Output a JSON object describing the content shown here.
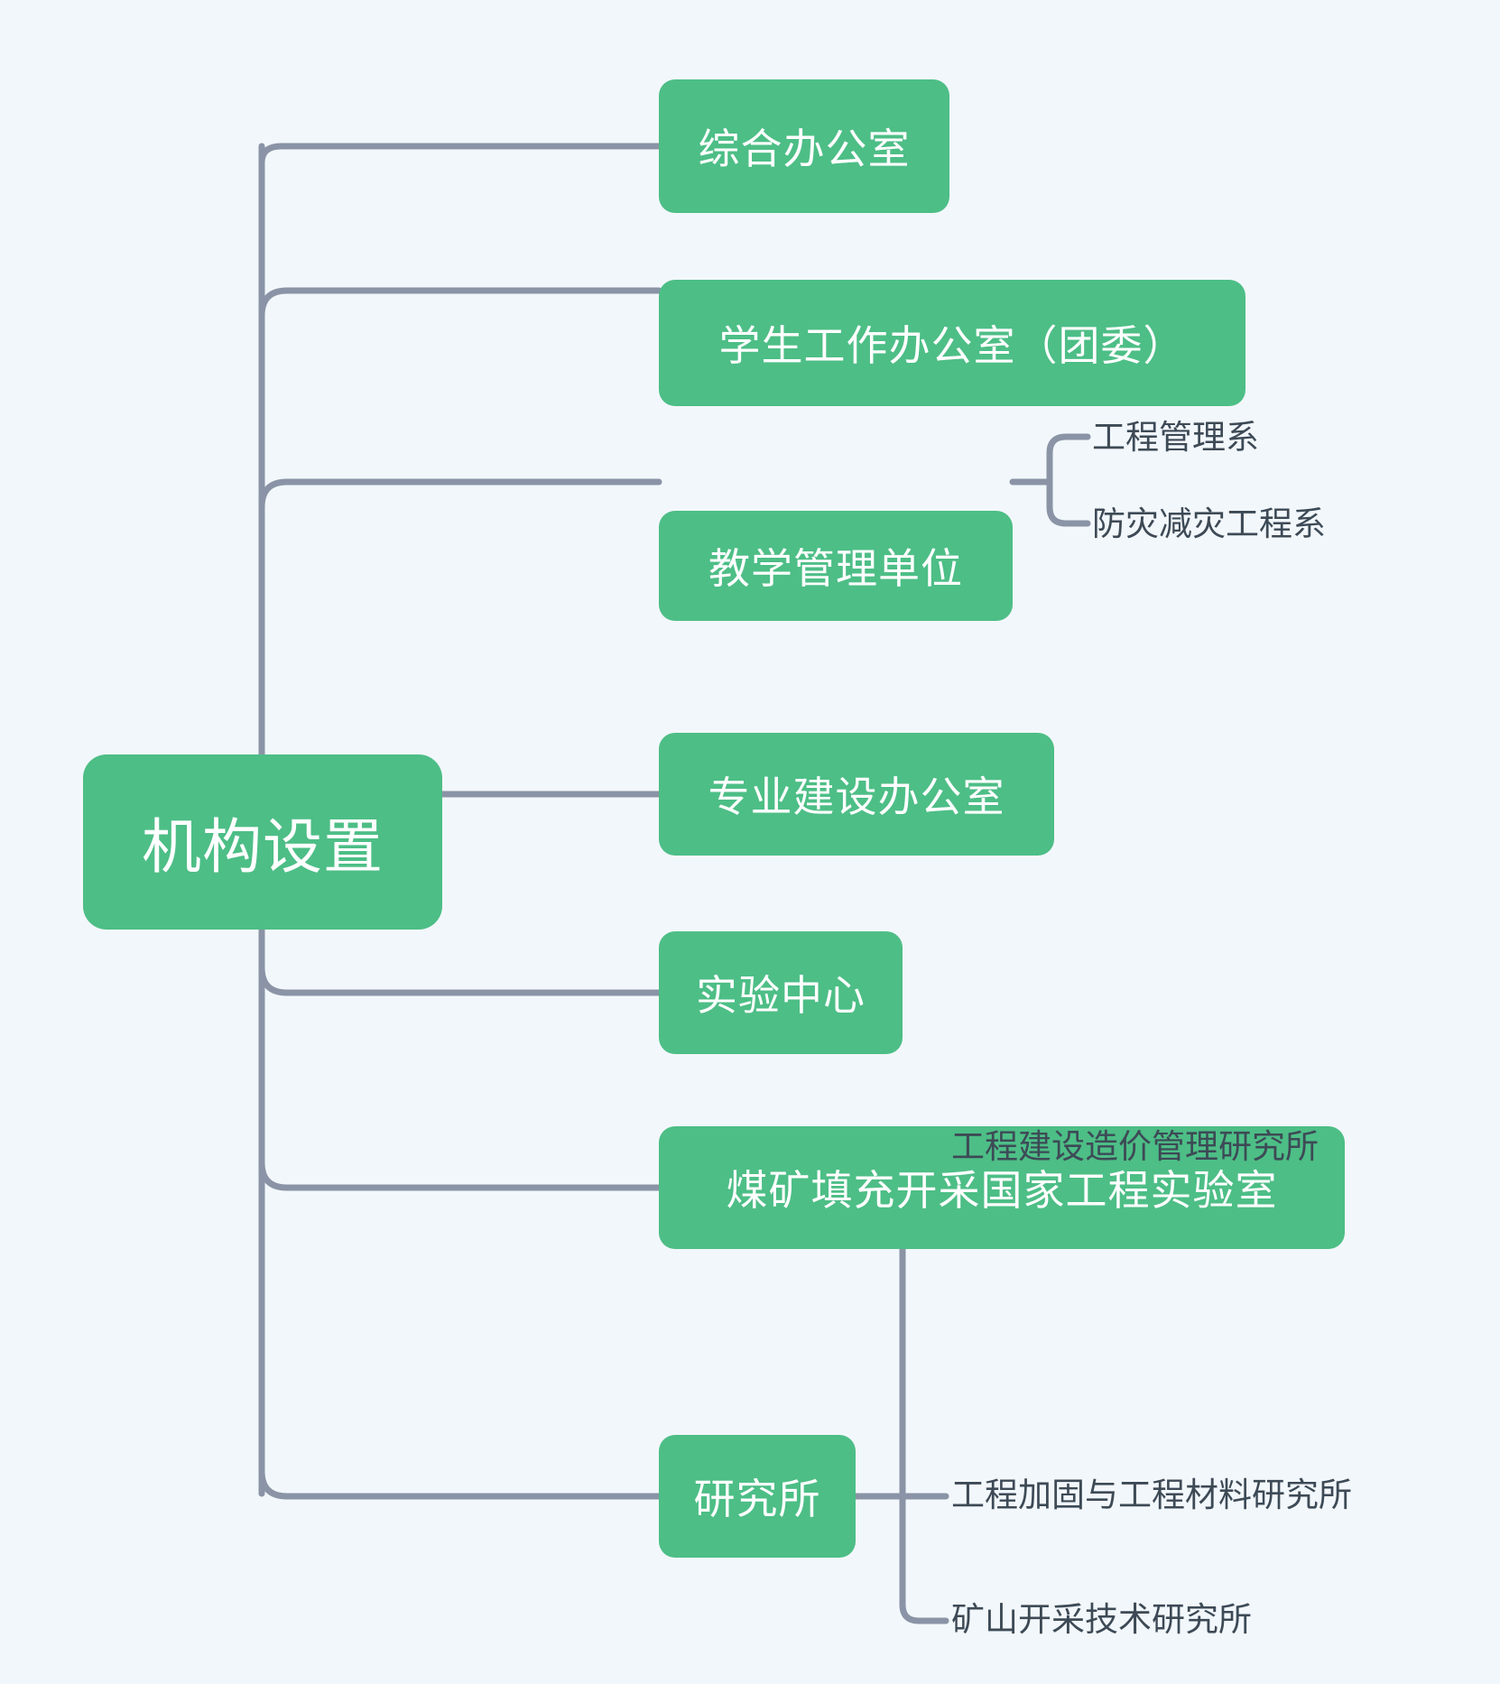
{
  "diagram": {
    "type": "mindmap",
    "title": "机构设置",
    "background_color": "#f2f7fb",
    "node_color": "#4dbe86",
    "node_text_color": "#ffffff",
    "connector_color": "#8a94a6",
    "leaf_text_color": "#3d4a56",
    "root": {
      "label": "机构设置"
    },
    "branches": [
      {
        "label": "综合办公室",
        "children": []
      },
      {
        "label": "学生工作办公室（团委）",
        "children": []
      },
      {
        "label": "教学管理单位",
        "children": [
          {
            "label": "工程管理系"
          },
          {
            "label": "防灾减灾工程系"
          }
        ]
      },
      {
        "label": "专业建设办公室",
        "children": []
      },
      {
        "label": "实验中心",
        "children": []
      },
      {
        "label": "煤矿填充开采国家工程实验室",
        "children": []
      },
      {
        "label": "研究所",
        "children": [
          {
            "label": "工程建设造价管理研究所"
          },
          {
            "label": "工程加固与工程材料研究所"
          },
          {
            "label": "矿山开采技术研究所"
          }
        ]
      }
    ]
  }
}
